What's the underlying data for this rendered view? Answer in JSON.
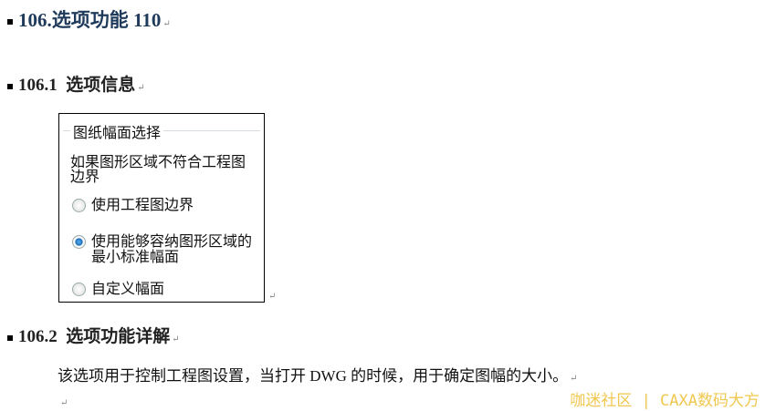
{
  "heading1": "106.选项功能 110",
  "heading2a": "106.1  选项信息",
  "heading2b": "106.2  选项功能详解",
  "para_mark": "↵",
  "panel": {
    "legend": "图纸幅面选择",
    "description": "如果图形区域不符合工程图边界",
    "options": [
      {
        "label": "使用工程图边界",
        "selected": false
      },
      {
        "label": "使用能够容纳图形区域的最小标准幅面",
        "selected": true
      },
      {
        "label": "自定义幅面",
        "selected": false
      }
    ]
  },
  "body_text": "该选项用于控制工程图设置，当打开 DWG 的时候，用于确定图幅的大小。",
  "watermark": "咖迷社区 | CAXA数码大方"
}
